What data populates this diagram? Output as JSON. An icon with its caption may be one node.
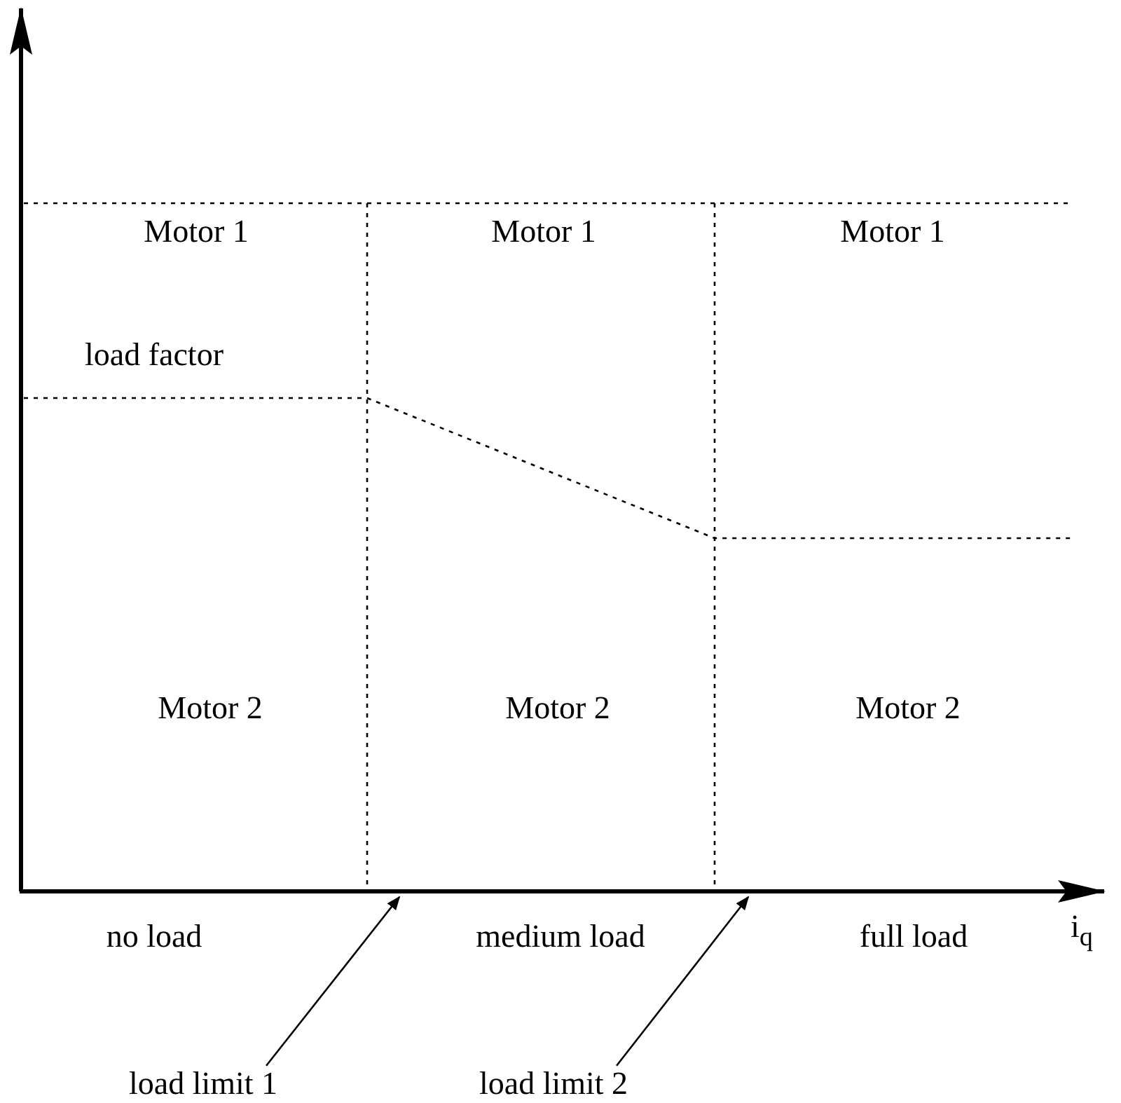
{
  "diagram": {
    "nodes": [
      {
        "text": [
          "load limit 1"
        ]
      },
      {
        "text": [
          "load limit 2"
        ]
      }
    ],
    "edges": [
      {
        "from": 0,
        "to": null,
        "arrow": "to"
      },
      {
        "from": 1,
        "to": null,
        "arrow": "to"
      }
    ],
    "labels": [
      "Motor 1",
      "Motor 1",
      "Motor 1",
      "load factor",
      "Motor 2",
      "Motor 2",
      "Motor 2",
      "no load",
      "medium load",
      "full load",
      "i$_{q}$"
    ]
  }
}
